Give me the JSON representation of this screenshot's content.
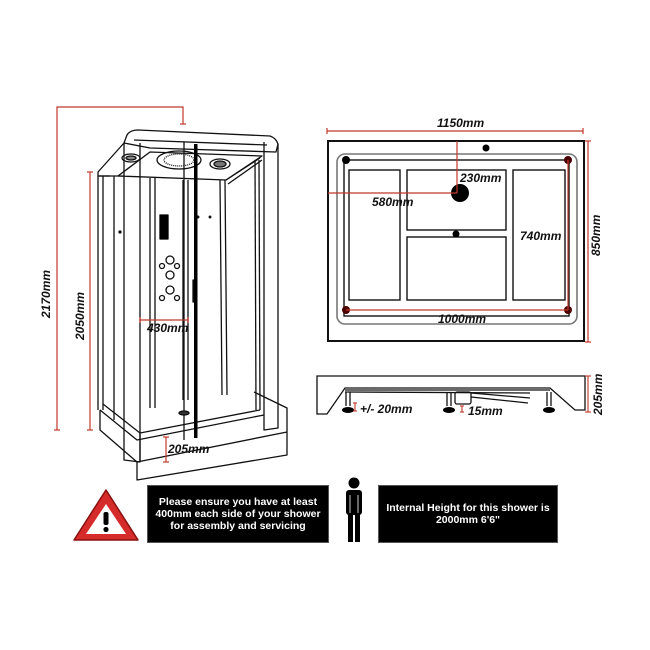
{
  "colors": {
    "dimension_line": "#c0392b",
    "outline": "#111111",
    "notice_bg": "#000000",
    "notice_text": "#ffffff",
    "warning_red": "#d62b2b"
  },
  "cabin": {
    "overall_height": "2170mm",
    "cabin_height": "2050mm",
    "panel_width": "430mm",
    "tray_height": "205mm"
  },
  "tray_plan": {
    "overall_width": "1150mm",
    "overall_depth": "850mm",
    "waste_from_front": "580mm",
    "waste_from_back": "230mm",
    "leg_span_width": "1000mm",
    "leg_span_depth": "740mm"
  },
  "tray_side": {
    "leg_adjust": "+/- 20mm",
    "waste_clearance": "15mm",
    "height": "205mm"
  },
  "notices": {
    "warning_icon": "warning-triangle-icon",
    "clearance_text": "Please ensure you have at least 400mm each side of your shower for assembly and servicing",
    "person_icon": "person-icon",
    "internal_height_text": "Internal Height for this shower is 2000mm 6'6\""
  }
}
